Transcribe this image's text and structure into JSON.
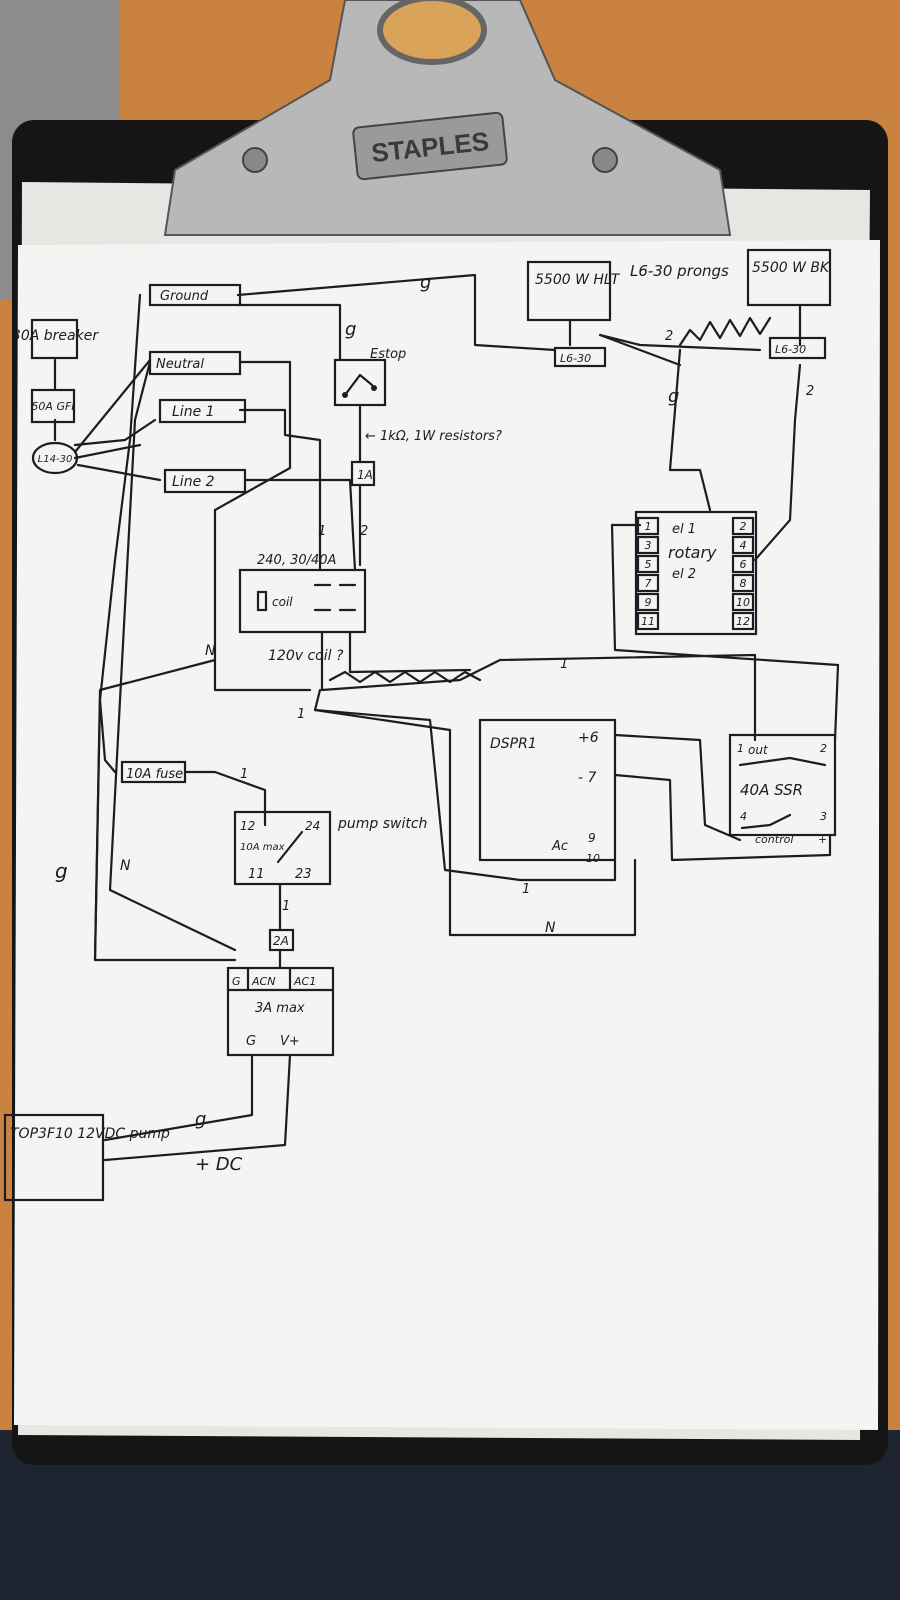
{
  "clipboard": {
    "brand": "STAPLES",
    "surface_color": "#c9823f",
    "board_color": "#151515",
    "paper_color": "#f4f4f2",
    "clip_color": "#b8b8b8"
  },
  "components": {
    "breaker": "30A breaker",
    "gfci": "50A GFI",
    "inlet": "L14-30",
    "ground_bus": "Ground",
    "neutral_bus": "Neutral",
    "line1_bus": "Line 1",
    "line2_bus": "Line 2",
    "estop": "Estop",
    "resistor_note": "← 1kΩ, 1W resistors?",
    "fuse_1a": "1A",
    "contactor_title": "240, 30/40A",
    "contactor_coil": "coil",
    "contactor_note": "120v coil ?",
    "hlt_element": "5500 W HLT",
    "bk_element": "5500 W BK",
    "prongs_note": "L6-30 prongs",
    "outlet_left": "L6-30",
    "outlet_right": "L6-30",
    "rotary_switch": "rotary",
    "rotary_e1": "el 1",
    "rotary_e2": "el 2",
    "rotary_left_terminals": [
      "1",
      "3",
      "5",
      "7",
      "9",
      "11"
    ],
    "rotary_right_terminals": [
      "2",
      "4",
      "6",
      "8",
      "10",
      "12"
    ],
    "controller": "DSPR1",
    "controller_plus": "+6",
    "controller_minus": "- 7",
    "controller_ac": "Ac",
    "controller_t9": "9",
    "controller_t10": "10",
    "ssr": "40A SSR",
    "ssr_out": "out",
    "ssr_control": "control",
    "ssr_t1": "1",
    "ssr_t2": "2",
    "ssr_t3": "3",
    "ssr_t4": "4",
    "ssr_minus": "-",
    "ssr_plus": "+",
    "fuse_10a": "10A fuse",
    "pump_switch": "pump switch",
    "pump_switch_max": "10A max",
    "switch_t12": "12",
    "switch_t24": "24",
    "switch_t11": "11",
    "switch_t23": "23",
    "fuse_2a": "2A",
    "psu_g": "G",
    "psu_acn": "ACN",
    "psu_ac1": "AC1",
    "psu_rating": "3A max",
    "psu_out_g": "G",
    "psu_out_v": "V+",
    "pump": "TOP3F10 12VDC pump",
    "dc_label": "+ DC"
  },
  "wire_labels": {
    "g": "g",
    "n": "N",
    "w1": "1",
    "w2": "2"
  }
}
